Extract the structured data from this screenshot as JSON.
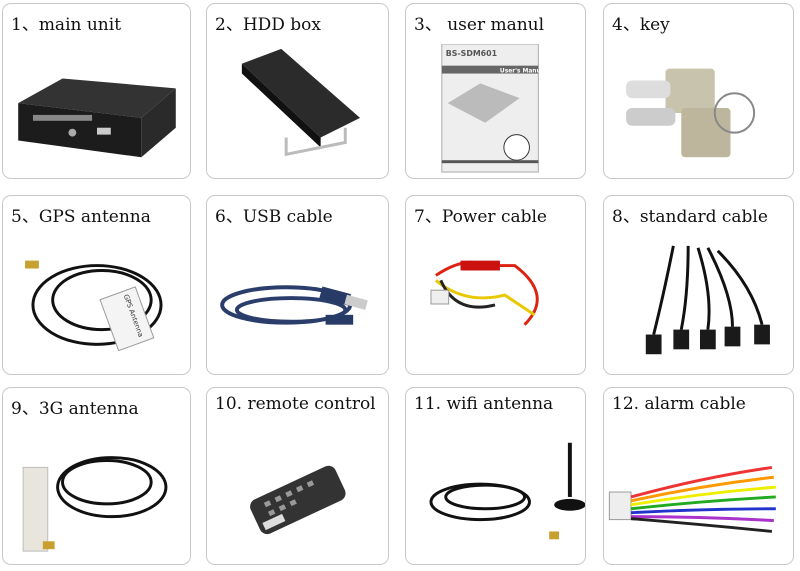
{
  "items": [
    {
      "label": "1、main unit"
    },
    {
      "label": "2、HDD box"
    },
    {
      "label": "3、 user manul",
      "manual_title": "BS-SDM601",
      "manual_subtitle": "User's Manual"
    },
    {
      "label": "4、key"
    },
    {
      "label": "5、GPS antenna",
      "sticker": "GPS Antenna"
    },
    {
      "label": "6、USB cable"
    },
    {
      "label": "7、Power cable"
    },
    {
      "label": "8、standard cable"
    },
    {
      "label": "9、3G antenna"
    },
    {
      "label": "10. remote control"
    },
    {
      "label": "11. wifi  antenna"
    },
    {
      "label": "12. alarm cable"
    }
  ]
}
